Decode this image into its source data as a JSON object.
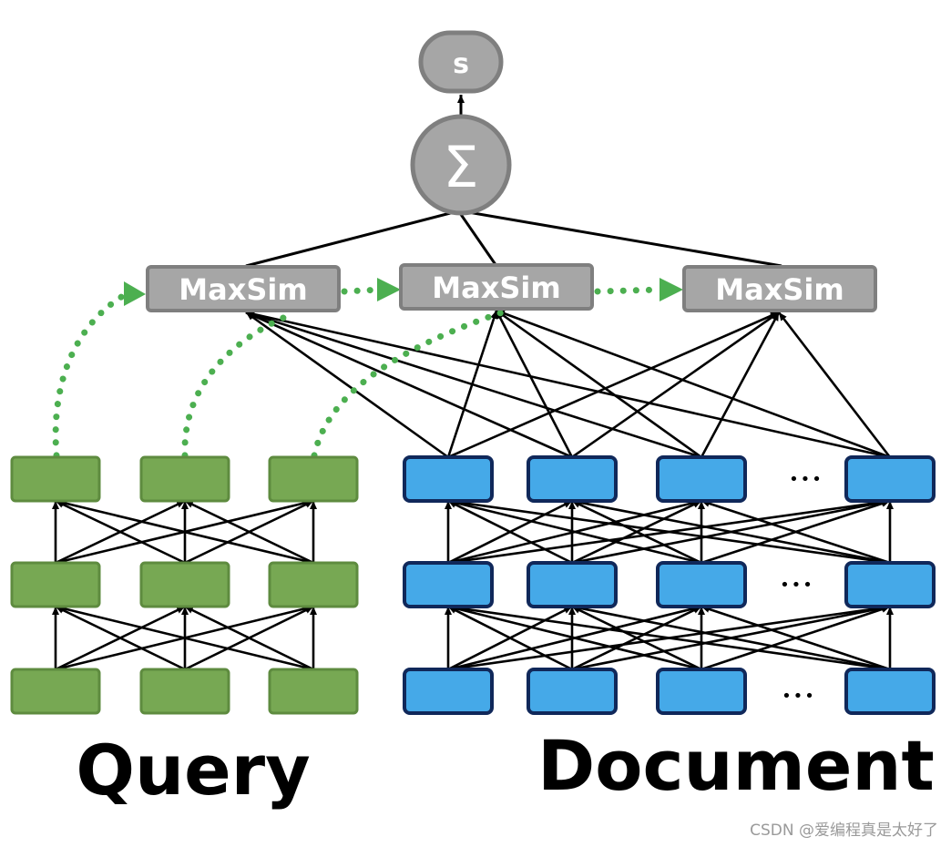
{
  "score_label": "s",
  "sum_label": "Σ",
  "maxsim_labels": [
    "MaxSim",
    "MaxSim",
    "MaxSim"
  ],
  "query_label": "Query",
  "document_label": "Document",
  "ellipsis": "•••",
  "watermark": "CSDN @爱编程真是太好了",
  "colors": {
    "query_fill": "#77a853",
    "query_border": "#5e8b3f",
    "doc_fill": "#45a9e8",
    "doc_border": "#10285a",
    "node_gray": "#a6a6a6",
    "node_border": "#7f7f7f",
    "flow_green": "#4caf50"
  }
}
